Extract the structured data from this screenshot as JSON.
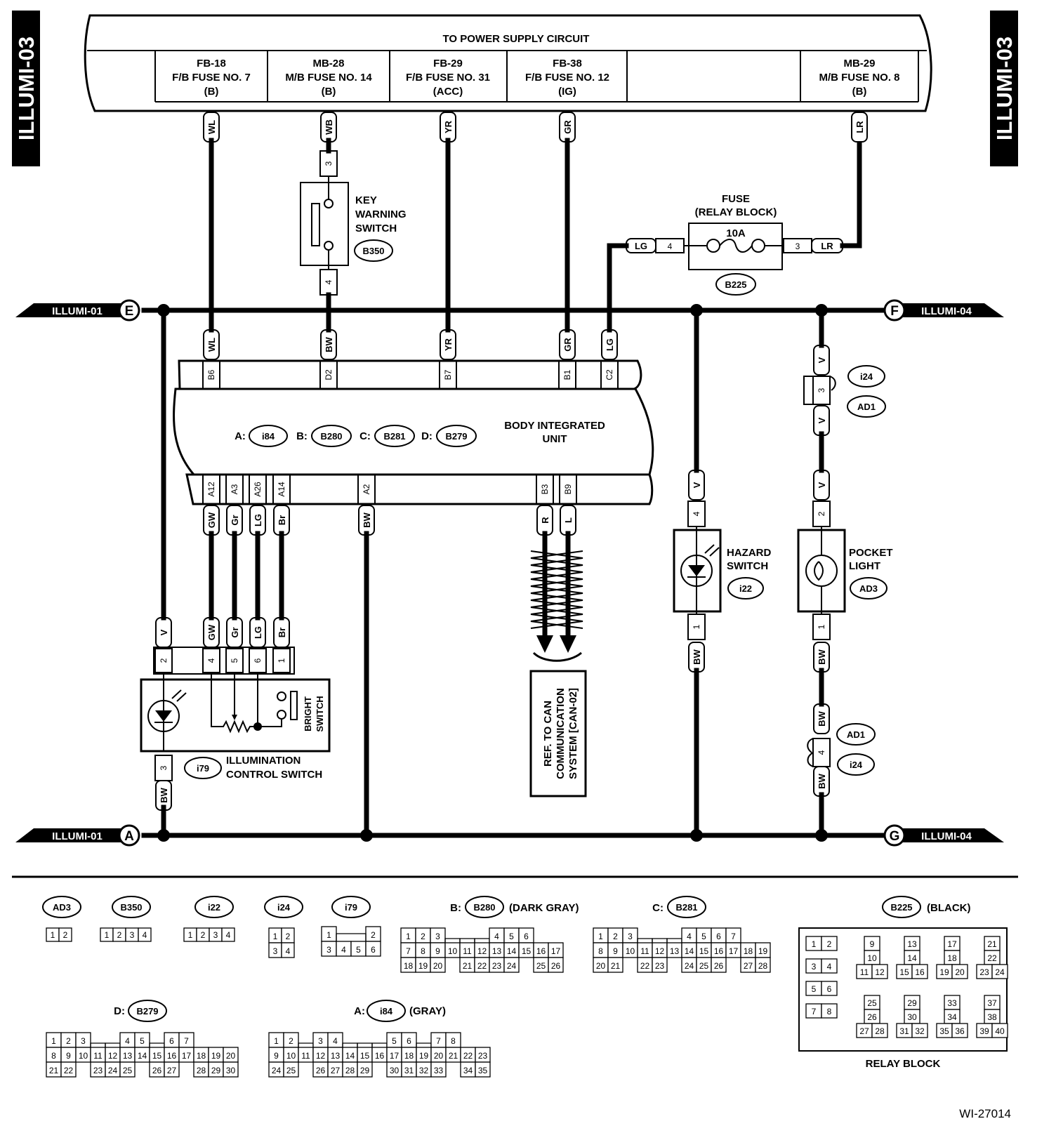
{
  "page_id": "ILLUMI-03",
  "figure_code": "WI-27014",
  "power": {
    "title": "TO POWER SUPPLY CIRCUIT",
    "fuses": [
      {
        "l1": "FB-18",
        "l2": "F/B FUSE NO. 7",
        "l3": "(B)"
      },
      {
        "l1": "MB-28",
        "l2": "M/B FUSE NO. 14",
        "l3": "(B)"
      },
      {
        "l1": "FB-29",
        "l2": "F/B FUSE NO. 31",
        "l3": "(ACC)"
      },
      {
        "l1": "FB-38",
        "l2": "F/B FUSE NO. 12",
        "l3": "(IG)"
      },
      {
        "l1": "MB-29",
        "l2": "M/B FUSE NO. 8",
        "l3": "(B)"
      }
    ]
  },
  "wires": {
    "WL": "WL",
    "WB": "WB",
    "YR": "YR",
    "GR": "GR",
    "LR": "LR",
    "LG": "LG",
    "BW": "BW",
    "V": "V",
    "GW": "GW",
    "Gr": "Gr",
    "Br": "Br",
    "R": "R",
    "L": "L"
  },
  "pins": {
    "p1": "1",
    "p2": "2",
    "p3": "3",
    "p4": "4",
    "p5": "5",
    "p6": "6",
    "B6": "B6",
    "D2": "D2",
    "B7": "B7",
    "B1": "B1",
    "C2": "C2",
    "A12": "A12",
    "A3": "A3",
    "A26": "A26",
    "A14": "A14",
    "A2": "A2",
    "B3": "B3",
    "B9": "B9"
  },
  "components": {
    "key_switch": {
      "l1": "KEY",
      "l2": "WARNING",
      "l3": "SWITCH",
      "code": "B350"
    },
    "fuse": {
      "l1": "FUSE",
      "l2": "(RELAY BLOCK)",
      "rating": "10A",
      "code": "B225"
    },
    "biu": {
      "l1": "BODY INTEGRATED",
      "l2": "UNIT",
      "connectors": [
        {
          "k": "A:",
          "c": "i84"
        },
        {
          "k": "B:",
          "c": "B280"
        },
        {
          "k": "C:",
          "c": "B281"
        },
        {
          "k": "D:",
          "c": "B279"
        }
      ]
    },
    "hazard": {
      "l1": "HAZARD",
      "l2": "SWITCH",
      "code": "i22"
    },
    "pocket": {
      "l1": "POCKET",
      "l2": "LIGHT",
      "code": "AD3"
    },
    "joint": {
      "c1": "i24",
      "c2": "AD1"
    },
    "illum": {
      "l1": "ILLUMINATION",
      "l2": "CONTROL SWITCH",
      "code": "i79",
      "bright1": "BRIGHT",
      "bright2": "SWITCH"
    },
    "can": {
      "l1": "REF. TO CAN",
      "l2": "COMMUNICATION",
      "l3": "SYSTEM [CAN-02]"
    }
  },
  "refs": {
    "E": {
      "letter": "E",
      "label": "ILLUMI-01"
    },
    "F": {
      "letter": "F",
      "label": "ILLUMI-04"
    },
    "A": {
      "letter": "A",
      "label": "ILLUMI-01"
    },
    "G": {
      "letter": "G",
      "label": "ILLUMI-04"
    }
  },
  "legend": {
    "AD3": {
      "code": "AD3",
      "rows": [
        [
          "1",
          "2"
        ]
      ]
    },
    "B350": {
      "code": "B350",
      "rows": [
        [
          "1",
          "2",
          "3",
          "4"
        ]
      ]
    },
    "i22": {
      "code": "i22",
      "rows": [
        [
          "1",
          "2",
          "3",
          "4"
        ]
      ]
    },
    "i24": {
      "code": "i24",
      "rows": [
        [
          "1",
          "2"
        ],
        [
          "3",
          "4"
        ]
      ]
    },
    "i79": {
      "code": "i79",
      "rows": [
        [
          "1",
          "",
          "2"
        ],
        [
          "3",
          "4",
          "5",
          "6"
        ]
      ]
    },
    "B280": {
      "prefix": "B:",
      "code": "B280",
      "note": "(DARK GRAY)",
      "rows": [
        [
          "1",
          "2",
          "3",
          "",
          "",
          "",
          "4",
          "5",
          "6"
        ],
        [
          "7",
          "8",
          "9",
          "10",
          "11",
          "12",
          "13",
          "14",
          "15",
          "16",
          "17"
        ],
        [
          "18",
          "19",
          "20",
          "",
          "21",
          "22",
          "23",
          "24",
          "",
          "25",
          "26"
        ]
      ]
    },
    "B281": {
      "prefix": "C:",
      "code": "B281",
      "rows": [
        [
          "1",
          "2",
          "3",
          "",
          "",
          "",
          "4",
          "5",
          "6",
          "7"
        ],
        [
          "8",
          "9",
          "10",
          "11",
          "12",
          "13",
          "14",
          "15",
          "16",
          "17",
          "18",
          "19"
        ],
        [
          "20",
          "21",
          "",
          "22",
          "23",
          "",
          "24",
          "25",
          "26",
          "",
          "27",
          "28"
        ]
      ]
    },
    "B225": {
      "code": "B225",
      "note": "(BLACK)",
      "caption": "RELAY BLOCK",
      "cells": [
        "1",
        "2",
        "3",
        "4",
        "5",
        "6",
        "7",
        "8",
        "9",
        "10",
        "11",
        "12",
        "13",
        "14",
        "15",
        "16",
        "17",
        "18",
        "19",
        "20",
        "21",
        "22",
        "23",
        "24",
        "25",
        "26",
        "27",
        "28",
        "29",
        "30",
        "31",
        "32",
        "33",
        "34",
        "35",
        "36",
        "37",
        "38",
        "39",
        "40"
      ]
    },
    "B279": {
      "prefix": "D:",
      "code": "B279",
      "rows": [
        [
          "1",
          "2",
          "3",
          "",
          "",
          "4",
          "5",
          "",
          "6",
          "7"
        ],
        [
          "8",
          "9",
          "10",
          "11",
          "12",
          "13",
          "14",
          "15",
          "16",
          "17",
          "18",
          "19",
          "20"
        ],
        [
          "21",
          "22",
          "",
          "23",
          "24",
          "25",
          "",
          "26",
          "27",
          "",
          "28",
          "29",
          "30"
        ]
      ]
    },
    "i84": {
      "prefix": "A:",
      "code": "i84",
      "note": "(GRAY)",
      "rows": [
        [
          "1",
          "2",
          "",
          "3",
          "4",
          "",
          "",
          "",
          "5",
          "6",
          "",
          "7",
          "8"
        ],
        [
          "9",
          "10",
          "11",
          "12",
          "13",
          "14",
          "15",
          "16",
          "17",
          "18",
          "19",
          "20",
          "21",
          "22",
          "23"
        ],
        [
          "24",
          "25",
          "",
          "26",
          "27",
          "28",
          "29",
          "",
          "30",
          "31",
          "32",
          "33",
          "",
          "34",
          "35"
        ]
      ]
    }
  }
}
